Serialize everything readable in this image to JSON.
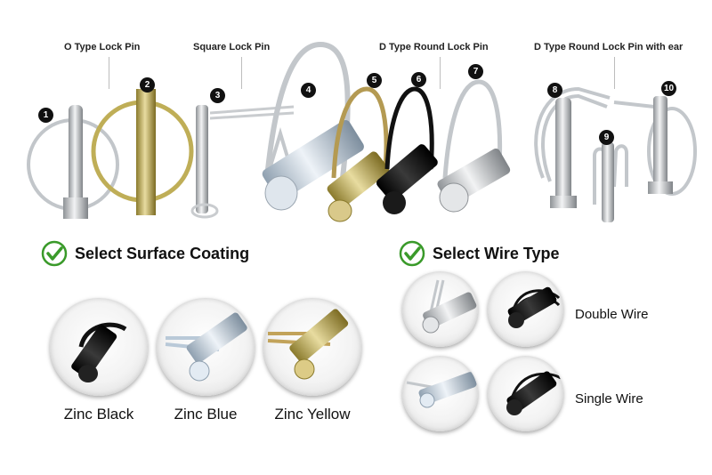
{
  "categories": [
    {
      "label": "O Type Lock Pin"
    },
    {
      "label": "Square Lock Pin"
    },
    {
      "label": "D Type Round Lock Pin"
    },
    {
      "label": "D Type Round Lock Pin with ear"
    }
  ],
  "pin_numbers": [
    "1",
    "2",
    "3",
    "4",
    "5",
    "6",
    "7",
    "8",
    "9",
    "10"
  ],
  "surface_coating": {
    "title": "Select Surface Coating",
    "options": [
      "Zinc Black",
      "Zinc Blue",
      "Zinc Yellow"
    ]
  },
  "wire_type": {
    "title": "Select Wire Type",
    "options": [
      "Double Wire",
      "Single Wire"
    ]
  },
  "colors": {
    "check_green": "#3a9a2a",
    "zinc_blue": "#c9d6e2",
    "zinc_yellow": "#c9b25a",
    "zinc_black": "#111111",
    "steel": "#b8bcc0"
  }
}
